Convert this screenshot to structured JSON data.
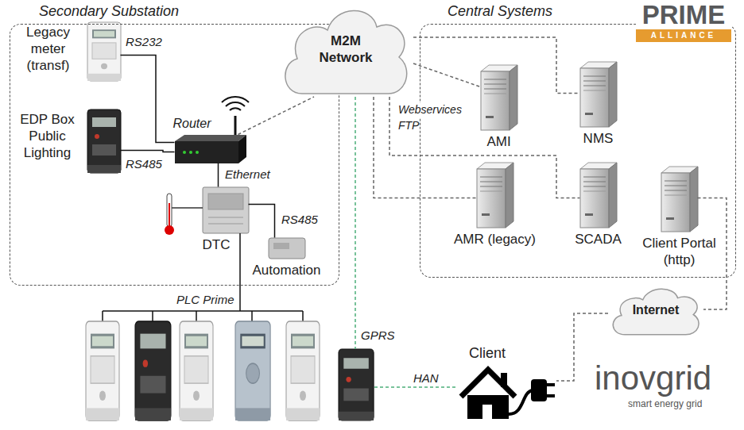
{
  "diagram": {
    "nodes": [
      {
        "text": [
          "Secondary Substation"
        ]
      },
      {
        "text": [
          "Legacy meter (transf)"
        ],
        "in": 0
      },
      {
        "text": [
          "EDP Box Public Lighting"
        ],
        "in": 0
      },
      {
        "text": [
          "Router"
        ],
        "in": 0
      },
      {
        "text": [
          "DTC"
        ],
        "in": 0
      },
      {
        "text": [
          "Automation"
        ],
        "in": 0
      },
      {
        "text": [
          "M2M Network"
        ]
      },
      {
        "text": [
          "Central Systems"
        ]
      },
      {
        "text": [
          "AMI"
        ],
        "in": 7
      },
      {
        "text": [
          "NMS"
        ],
        "in": 7
      },
      {
        "text": [
          "AMR (legacy)"
        ],
        "in": 7
      },
      {
        "text": [
          "SCADA"
        ],
        "in": 7
      },
      {
        "text": [
          "Client Portal (http)"
        ],
        "in": 7
      },
      {
        "text": [
          "Client"
        ]
      },
      {
        "text": [
          "Internet"
        ]
      }
    ],
    "edges": [
      {
        "from": 1,
        "to": 3,
        "label": "RS232",
        "arrow": "none"
      },
      {
        "from": 2,
        "to": 3,
        "label": "RS485",
        "arrow": "none"
      },
      {
        "from": 3,
        "to": 4,
        "label": "Ethernet",
        "arrow": "none"
      },
      {
        "from": 4,
        "to": 5,
        "label": "RS485",
        "arrow": "none"
      },
      {
        "from": 3,
        "to": 6,
        "arrow": "none"
      },
      {
        "from": 6,
        "to": 8,
        "arrow": "none"
      },
      {
        "from": 6,
        "to": 10,
        "arrow": "none"
      },
      {
        "from": 6,
        "to": 11,
        "arrow": "none"
      },
      {
        "from": 6,
        "to": 9,
        "arrow": "none"
      },
      {
        "from": 12,
        "to": 14,
        "arrow": "none"
      },
      {
        "from": 14,
        "to": 13,
        "arrow": "none"
      }
    ],
    "labels": [
      "PRIME",
      "ALLIANCE",
      "Webservices",
      "FTP",
      "PLC Prime",
      "GPRS",
      "HAN",
      "inovgrid",
      "smart energy grid"
    ]
  }
}
